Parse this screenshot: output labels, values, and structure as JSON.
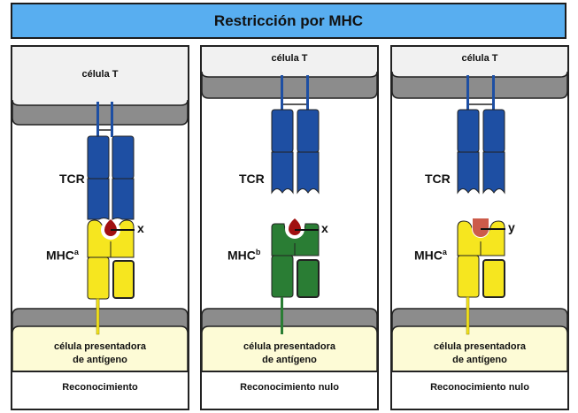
{
  "title": "Restricción por MHC",
  "colors": {
    "title_bg": "#58aef0",
    "tcr": "#1e4fa3",
    "mhc_a": "#f6e61f",
    "mhc_b": "#2a7d34",
    "peptide_x": "#a01010",
    "peptide_y": "#cc5b4a",
    "membrane": "#8c8c8c",
    "t_cell": "#f1f1f1",
    "apc": "#fdfbd6"
  },
  "panels": [
    {
      "t_cell_label": "célula T",
      "tcr_label": "TCR",
      "mhc_label": "MHC",
      "mhc_superscript": "a",
      "peptide_label": "x",
      "apc_label_line1": "célula presentadora",
      "apc_label_line2": "de antígeno",
      "result_label": "Reconocimiento"
    },
    {
      "t_cell_label": "célula T",
      "tcr_label": "TCR",
      "mhc_label": "MHC",
      "mhc_superscript": "b",
      "peptide_label": "x",
      "apc_label_line1": "célula presentadora",
      "apc_label_line2": "de antígeno",
      "result_label": "Reconocimiento nulo"
    },
    {
      "t_cell_label": "célula T",
      "tcr_label": "TCR",
      "mhc_label": "MHC",
      "mhc_superscript": "a",
      "peptide_label": "y",
      "apc_label_line1": "célula presentadora",
      "apc_label_line2": "de antígeno",
      "result_label": "Reconocimiento nulo"
    }
  ]
}
